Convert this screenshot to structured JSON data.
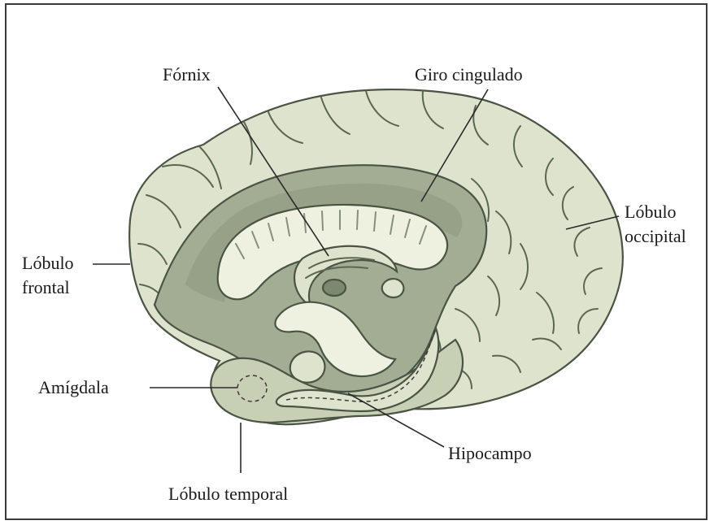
{
  "diagram": {
    "colors": {
      "cortex": "#dde3cc",
      "limbic": "#a2ad93",
      "limbic_dark": "#8d9880",
      "ventricle": "#eef1e0",
      "outline": "#4a5444",
      "text": "#1a1a1a"
    },
    "labels": {
      "fornix": "Fórnix",
      "cingulate": "Giro cingulado",
      "occipital_1": "Lóbulo",
      "occipital_2": "occipital",
      "frontal_1": "Lóbulo",
      "frontal_2": "frontal",
      "amygdala": "Amígdala",
      "hippocampus": "Hipocampo",
      "temporal": "Lóbulo temporal"
    }
  }
}
